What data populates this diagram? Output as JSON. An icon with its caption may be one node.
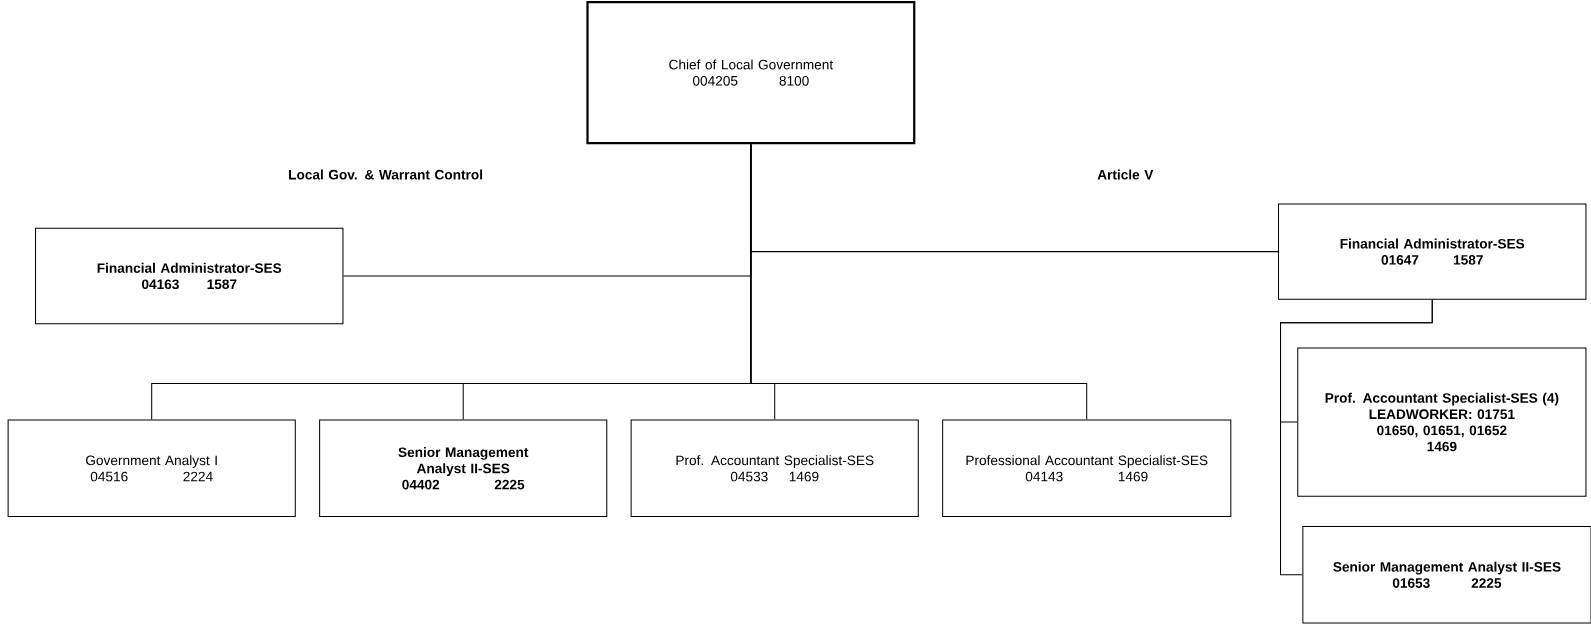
{
  "diagram": {
    "nodes": [
      {
        "text": [
          "Chief of Local Government",
          "004205",
          "8100"
        ]
      },
      {
        "text": [
          "Financial Administrator-SES",
          "04163",
          "1587"
        ]
      },
      {
        "text": [
          "Financial Administrator-SES",
          "01647",
          "1587"
        ]
      },
      {
        "text": [
          "Government Analyst I",
          "04516",
          "2224"
        ]
      },
      {
        "text": [
          "Senior Management Analyst II-SES",
          "04402",
          "2225"
        ]
      },
      {
        "text": [
          "Prof. Accountant Specialist-SES",
          "04533",
          "1469"
        ]
      },
      {
        "text": [
          "Professional Accountant Specialist-SES",
          "04143",
          "1469"
        ]
      },
      {
        "text": [
          "Prof. Accountant Specialist-SES (4)",
          "LEADWORKER: 01751",
          "01650, 01651, 01652",
          "1469"
        ]
      },
      {
        "text": [
          "Senior Management Analyst II-SES",
          "01653",
          "2225"
        ]
      }
    ],
    "edges": [
      {
        "from": 0,
        "to": 1,
        "arrow": "none"
      },
      {
        "from": 0,
        "to": 2,
        "arrow": "none"
      },
      {
        "from": 0,
        "to": 3,
        "arrow": "none"
      },
      {
        "from": 0,
        "to": 4,
        "arrow": "none"
      },
      {
        "from": 0,
        "to": 5,
        "arrow": "none"
      },
      {
        "from": 0,
        "to": 6,
        "arrow": "none"
      },
      {
        "from": 2,
        "to": 7,
        "arrow": "none"
      },
      {
        "from": 2,
        "to": 8,
        "arrow": "none"
      }
    ],
    "labels": [
      "Local Gov. & Warrant Control",
      "Article V"
    ]
  }
}
